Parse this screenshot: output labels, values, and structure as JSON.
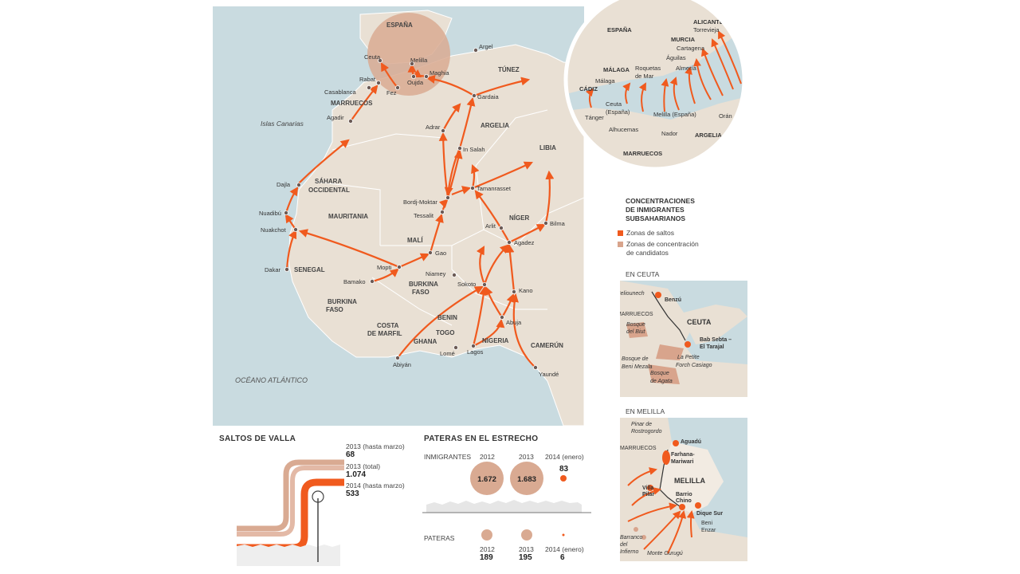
{
  "colors": {
    "sea": "#c9dbe0",
    "land": "#e9e0d4",
    "route": "#f05a1e",
    "circle_fill": "#d9aa92",
    "region_fill": "#e8b9a3",
    "conc_fill": "#d8a48c",
    "marker": "#6b5a55"
  },
  "main_map": {
    "country_labels": [
      "ESPAÑA",
      "TÚNEZ",
      "MARRUECOS",
      "ARGELIA",
      "LIBIA",
      "SÁHARA",
      "OCCIDENTAL",
      "MAURITANIA",
      "MALÍ",
      "NÍGER",
      "SENEGAL",
      "BURKINA",
      "FASO",
      "BURKINA",
      "FASO",
      "COSTA",
      "DE MARFIL",
      "GHANA",
      "TOGO",
      "BENIN",
      "NIGERIA",
      "CAMERÚN"
    ],
    "cities": [
      "Ceuta",
      "Melilla",
      "Argel",
      "Rabat",
      "Casablanca",
      "Oujda",
      "Fez",
      "Maghia",
      "Agadir",
      "Gardaia",
      "Adrar",
      "In Salah",
      "Dajla",
      "Tamanrasset",
      "Bordj-Moktar",
      "Nuadibú",
      "Tessalit",
      "Arlit",
      "Bilma",
      "Nuakchot",
      "Agadez",
      "Gao",
      "Mopti",
      "Niamey",
      "Dakar",
      "Bamako",
      "Sokoto",
      "Kano",
      "Abuja",
      "Lomé",
      "Lagos",
      "Abiyán",
      "Yaundé"
    ],
    "islands_label": "Islas Canarias",
    "ocean_label": "OCÉANO ATLÁNTICO"
  },
  "inset_strait": {
    "labels": [
      "ESPAÑA",
      "ALICANTE",
      "Torrevieja",
      "MURCIA",
      "Cartagena",
      "Águilas",
      "Almería",
      "MÁLAGA",
      "Málaga",
      "Roquetas",
      "de Mar",
      "CÁDIZ",
      "Ceuta",
      "(España)",
      "Tánger",
      "Alhucemas",
      "Melilla (España)",
      "Nador",
      "Orán",
      "ARGELIA",
      "MARRUECOS"
    ]
  },
  "legend": {
    "title_lines": [
      "CONCENTRACIONES",
      "DE INMIGRANTES",
      "SUBSAHARIANOS"
    ],
    "item1": "Zonas de saltos",
    "item2_lines": [
      "Zonas de concentración",
      "de candidatos"
    ]
  },
  "ceuta_inset": {
    "title": "EN CEUTA",
    "labels": [
      "Beliounech",
      "Benzú",
      "MARRUECOS",
      "CEUTA",
      "Bosque",
      "del Biut",
      "Bab Sebta –",
      "El Tarajal",
      "La Petite",
      "Forch Casiago",
      "Bosque de",
      "Beni Mezala",
      "Bosque",
      "de Agata"
    ]
  },
  "melilla_inset": {
    "title": "EN MELILLA",
    "labels": [
      "Pinar de",
      "Rostrogordo",
      "Aguadú",
      "MARRUECOS",
      "Farhana-",
      "Mariwari",
      "MELILLA",
      "Villa",
      "Pilar",
      "Barrio",
      "Chino",
      "Dique Sur",
      "Beni",
      "Enzar",
      "Barranco",
      "del",
      "Infierno",
      "Monte Gurugú"
    ]
  },
  "saltos": {
    "title": "SALTOS DE VALLA",
    "rows": [
      {
        "period": "2013",
        "note": "(hasta marzo)",
        "value": "68"
      },
      {
        "period": "2013",
        "note": "(total)",
        "value": "1.074"
      },
      {
        "period": "2014",
        "note": "(hasta marzo)",
        "value": "533"
      }
    ]
  },
  "pateras": {
    "title": "PATERAS EN EL ESTRECHO",
    "immigrants_label": "INMIGRANTES",
    "boats_label": "PATERAS",
    "immigrants": [
      {
        "year": "2012",
        "value": "1.672"
      },
      {
        "year": "2013",
        "value": "1.683"
      },
      {
        "year": "2014 (enero)",
        "value": "83"
      }
    ],
    "boats": [
      {
        "year": "2012",
        "value": "189"
      },
      {
        "year": "2013",
        "value": "195"
      },
      {
        "year": "2014 (enero)",
        "value": "6"
      }
    ]
  }
}
